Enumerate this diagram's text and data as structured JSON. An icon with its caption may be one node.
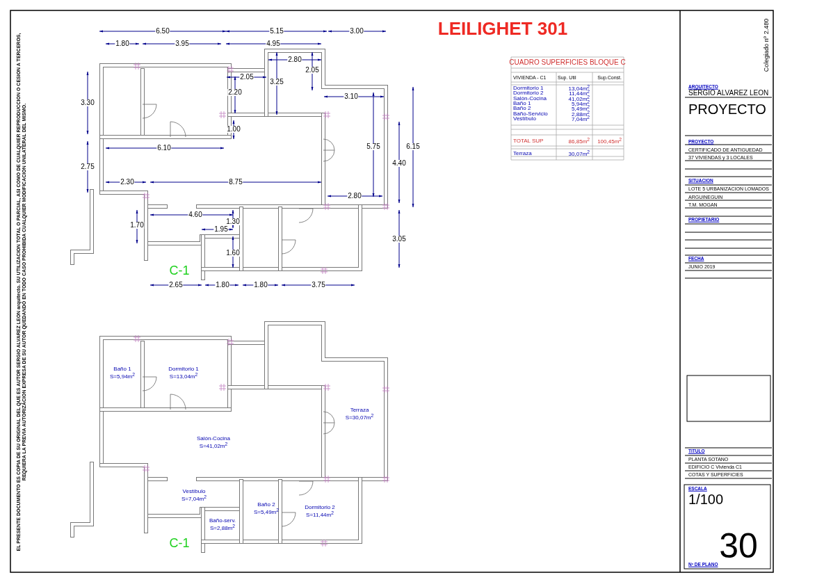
{
  "diagram": {
    "title": "LEILIGHET 301",
    "labels": [
      "6.50",
      "5.15",
      "3.00",
      "1.80",
      "3.95",
      "4.95",
      "2.80",
      "2.05",
      "2.05",
      "3.25",
      "3.30",
      "2.20",
      "3.10",
      "1.00",
      "6.10",
      "5.75",
      "6.15",
      "4.40",
      "2.75",
      "2.30",
      "8.75",
      "2.80",
      "4.60",
      "1.30",
      "1.70",
      "1.95",
      "3.05",
      "1.60",
      "C-1",
      "2.65",
      "1.80",
      "1.80",
      "3.75",
      "CUADRO SUPERFICIES BLOQUE C",
      "VIVIENDA - C1",
      "Sup. Util",
      "Sup.Const.",
      "Dormitorio 1",
      "13,04m$^{2}$",
      "Dormitorio 2",
      "11,44m$^{2}$",
      "Salón-Cocina",
      "41,02m$^{2}$",
      "Baño 1",
      "5,94m$^{2}$",
      "Baño 2",
      "5,49m$^{2}$",
      "Baño-Servicio",
      "2,88m$^{2}$",
      "Vestíbulo",
      "7,04m$^{2}$",
      "TOTAL SUP",
      "86,85m$^{2}$",
      "100,45m$^{2}$",
      "Terraza",
      "30,07m$^{2}$",
      "Baño 1",
      "S=5,94m$^{2}$",
      "Dormitorio 1",
      "S=13,04m$^{2}$",
      "Terraza",
      "S=30,07m$^{2}$",
      "Salón-Cocina",
      "S=41,02m$^{2}$",
      "Vestíbulo",
      "S=7,04m$^{2}$",
      "Baño 2",
      "S=5,49m$^{2}$",
      "Dormitorio 2",
      "S=11,44m$^{2}$",
      "Baño-serv.",
      "S=2,88m$^{2}$",
      "C-1",
      "Colegiado nº 2.480",
      "ARQUITECTO",
      "SERGIO ALVAREZ LEON",
      "PROYECTO",
      "PROYECTO",
      "CERTIFICADO DE ANTIGUEDAD",
      "37 VIVIENDAS y 3 LOCALES",
      "SITUACION",
      "LOTE 5 URBANIZACION LOMADOS",
      "ARGUINEGUIN",
      "T.M. MOGAN",
      "PROPIETARIO",
      "FECHA",
      "JUNIO 2019",
      "TITULO",
      "PLANTA SOTANO",
      "EDIFICIO C Vivienda C1",
      "COTAS Y SUPERFICIES",
      "ESCALA",
      "1/100",
      "30",
      "Nº DE PLANO",
      "EL PRESENTE DOCUMENTO ES COPIA DE SU ORIGINAL DEL QUE ES AUTOR SERGIO ALVAREZ LEON arquitecto. SU UTILIZACION TOTAL O PARCIAL, ASI COMO DE CUALQUIER REPRODUCCION O CESION A TERCEROS, REQUIERA LA PREVIA AUTORIZACION EXPRESA DE SU AUTOR QUEDANDO EN TODO CASO PROHIBIDA CUALQUIER MODIFICACION UNILATERAL DEL MISMO."
    ]
  }
}
